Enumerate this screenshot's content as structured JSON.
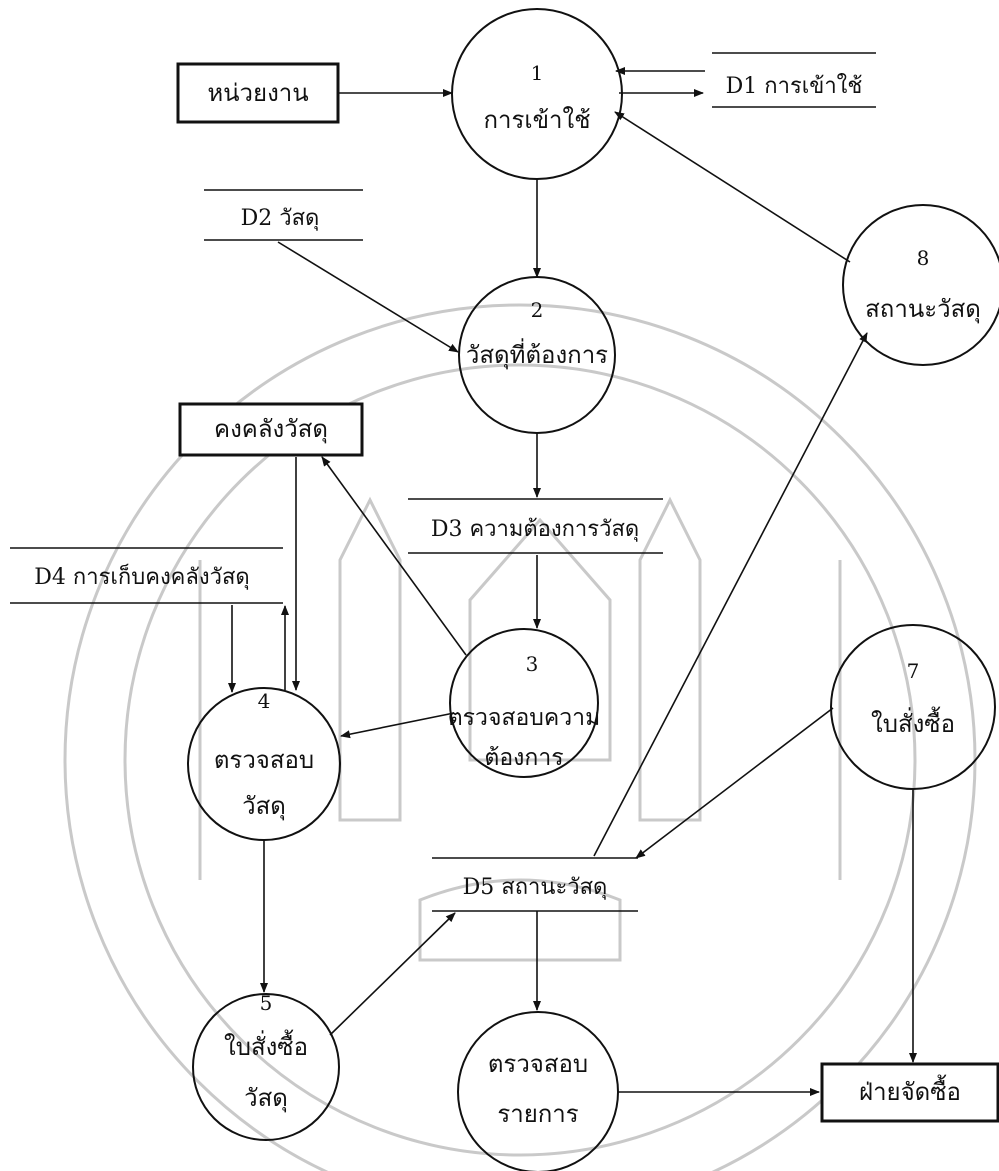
{
  "external_entities": {
    "unit": "หน่วยงาน",
    "inventory": "คงคลังวัสดุ",
    "purchasing_dept": "ฝ่ายจัดซื้อ"
  },
  "data_stores": {
    "d1": "D1 การเข้าใช้",
    "d2": "D2 วัสดุ",
    "d3": "D3 ความต้องการวัสดุ",
    "d4": "D4 การเก็บคงคลังวัสดุ",
    "d5": "D5 สถานะวัสดุ"
  },
  "processes": {
    "p1": {
      "number": "1",
      "line1": "การเข้าใช้"
    },
    "p2": {
      "number": "2",
      "line1": "วัสดุที่ต้องการ"
    },
    "p3": {
      "number": "3",
      "line1": "ตรวจสอบความ",
      "line2": "ต้องการ"
    },
    "p4": {
      "number": "4",
      "line1": "ตรวจสอบ",
      "line2": "วัสดุ"
    },
    "p5": {
      "number": "5",
      "line1": "ใบสั่งซื้อ",
      "line2": "วัสดุ"
    },
    "p6": {
      "line1": "ตรวจสอบ",
      "line2": "รายการ"
    },
    "p7": {
      "number": "7",
      "line1": "ใบสั่งซื้อ"
    },
    "p8": {
      "number": "8",
      "line1": "สถานะวัสดุ"
    }
  }
}
